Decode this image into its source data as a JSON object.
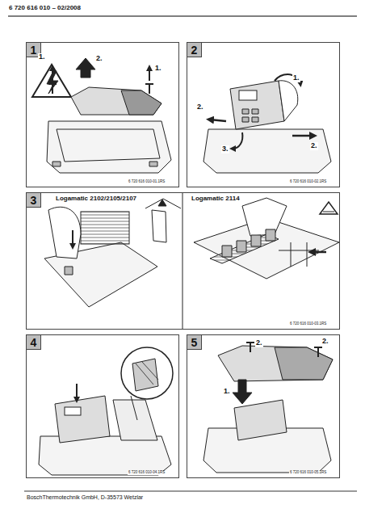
{
  "diagram": {
    "nodes": [
      {
        "text": [
          "1"
        ]
      },
      {
        "text": [
          "2"
        ]
      },
      {
        "text": [
          "3"
        ]
      },
      {
        "text": [
          "4"
        ]
      },
      {
        "text": [
          "5"
        ]
      }
    ],
    "labels": [
      "6 720 616 010 – 02/2008",
      "1.",
      "2.",
      "1.",
      "6 720 616 010-01.1RS",
      "1.",
      "2.",
      "2.",
      "3.",
      "6 720 616 010-02.1RS",
      "Logamatic 2102/2105/2107",
      "Logamatic 2114",
      "6 720 616 010-03.1RS",
      "6 720 616 010-04.1RS",
      "2.",
      "2.",
      "1.",
      "6 720 616 010-05.1RS",
      "BoschThermotechnik GmbH, D-35573 Wetzlar"
    ]
  }
}
